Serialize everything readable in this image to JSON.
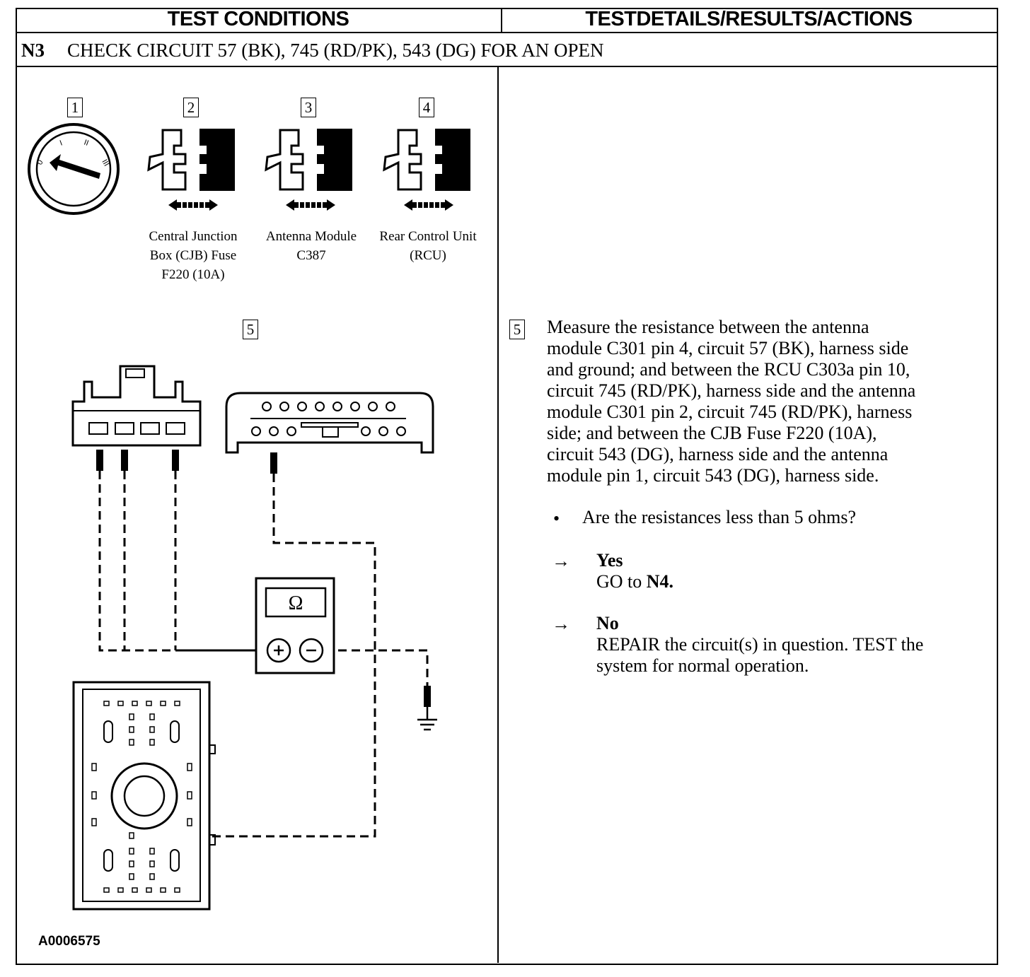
{
  "header": {
    "col1": "TEST CONDITIONS",
    "col2": "TESTDETAILS/RESULTS/ACTIONS"
  },
  "step": {
    "code": "N3",
    "title": "CHECK CIRCUIT 57 (BK), 745 (RD/PK), 543 (DG) FOR AN OPEN"
  },
  "figure": {
    "callouts": [
      "1",
      "2",
      "3",
      "4",
      "5"
    ],
    "captions": {
      "cjb": [
        "Central Junction",
        "Box (CJB) Fuse",
        "F220 (10A)"
      ],
      "antenna": [
        "Antenna Module",
        "C387"
      ],
      "rcu": [
        "Rear Control Unit",
        "(RCU)"
      ]
    },
    "meter_symbol": "Ω",
    "figure_id": "A0006575",
    "icons": [
      "ignition-switch-icon",
      "disconnect-connector-icon",
      "ohmmeter-icon",
      "ground-icon"
    ]
  },
  "details": {
    "callout": "5",
    "instruction_lines": [
      "Measure the resistance between the antenna",
      "module C301 pin 4, circuit 57 (BK), harness side",
      "and ground; and between the RCU C303a pin 10,",
      "circuit 745 (RD/PK), harness side and the antenna",
      "module C301 pin 2, circuit 745 (RD/PK), harness",
      "side;  and between the CJB Fuse F220 (10A),",
      "circuit 543 (DG), harness side and the antenna",
      "module pin 1, circuit 543 (DG), harness side."
    ],
    "bullet": "•",
    "question": "Are the resistances less than 5 ohms?",
    "arrow": "→",
    "yes": {
      "label": "Yes",
      "action": "GO to N4."
    },
    "no": {
      "label": "No",
      "action_lines": [
        "REPAIR the circuit(s) in question. TEST the",
        "system for normal operation."
      ]
    }
  }
}
